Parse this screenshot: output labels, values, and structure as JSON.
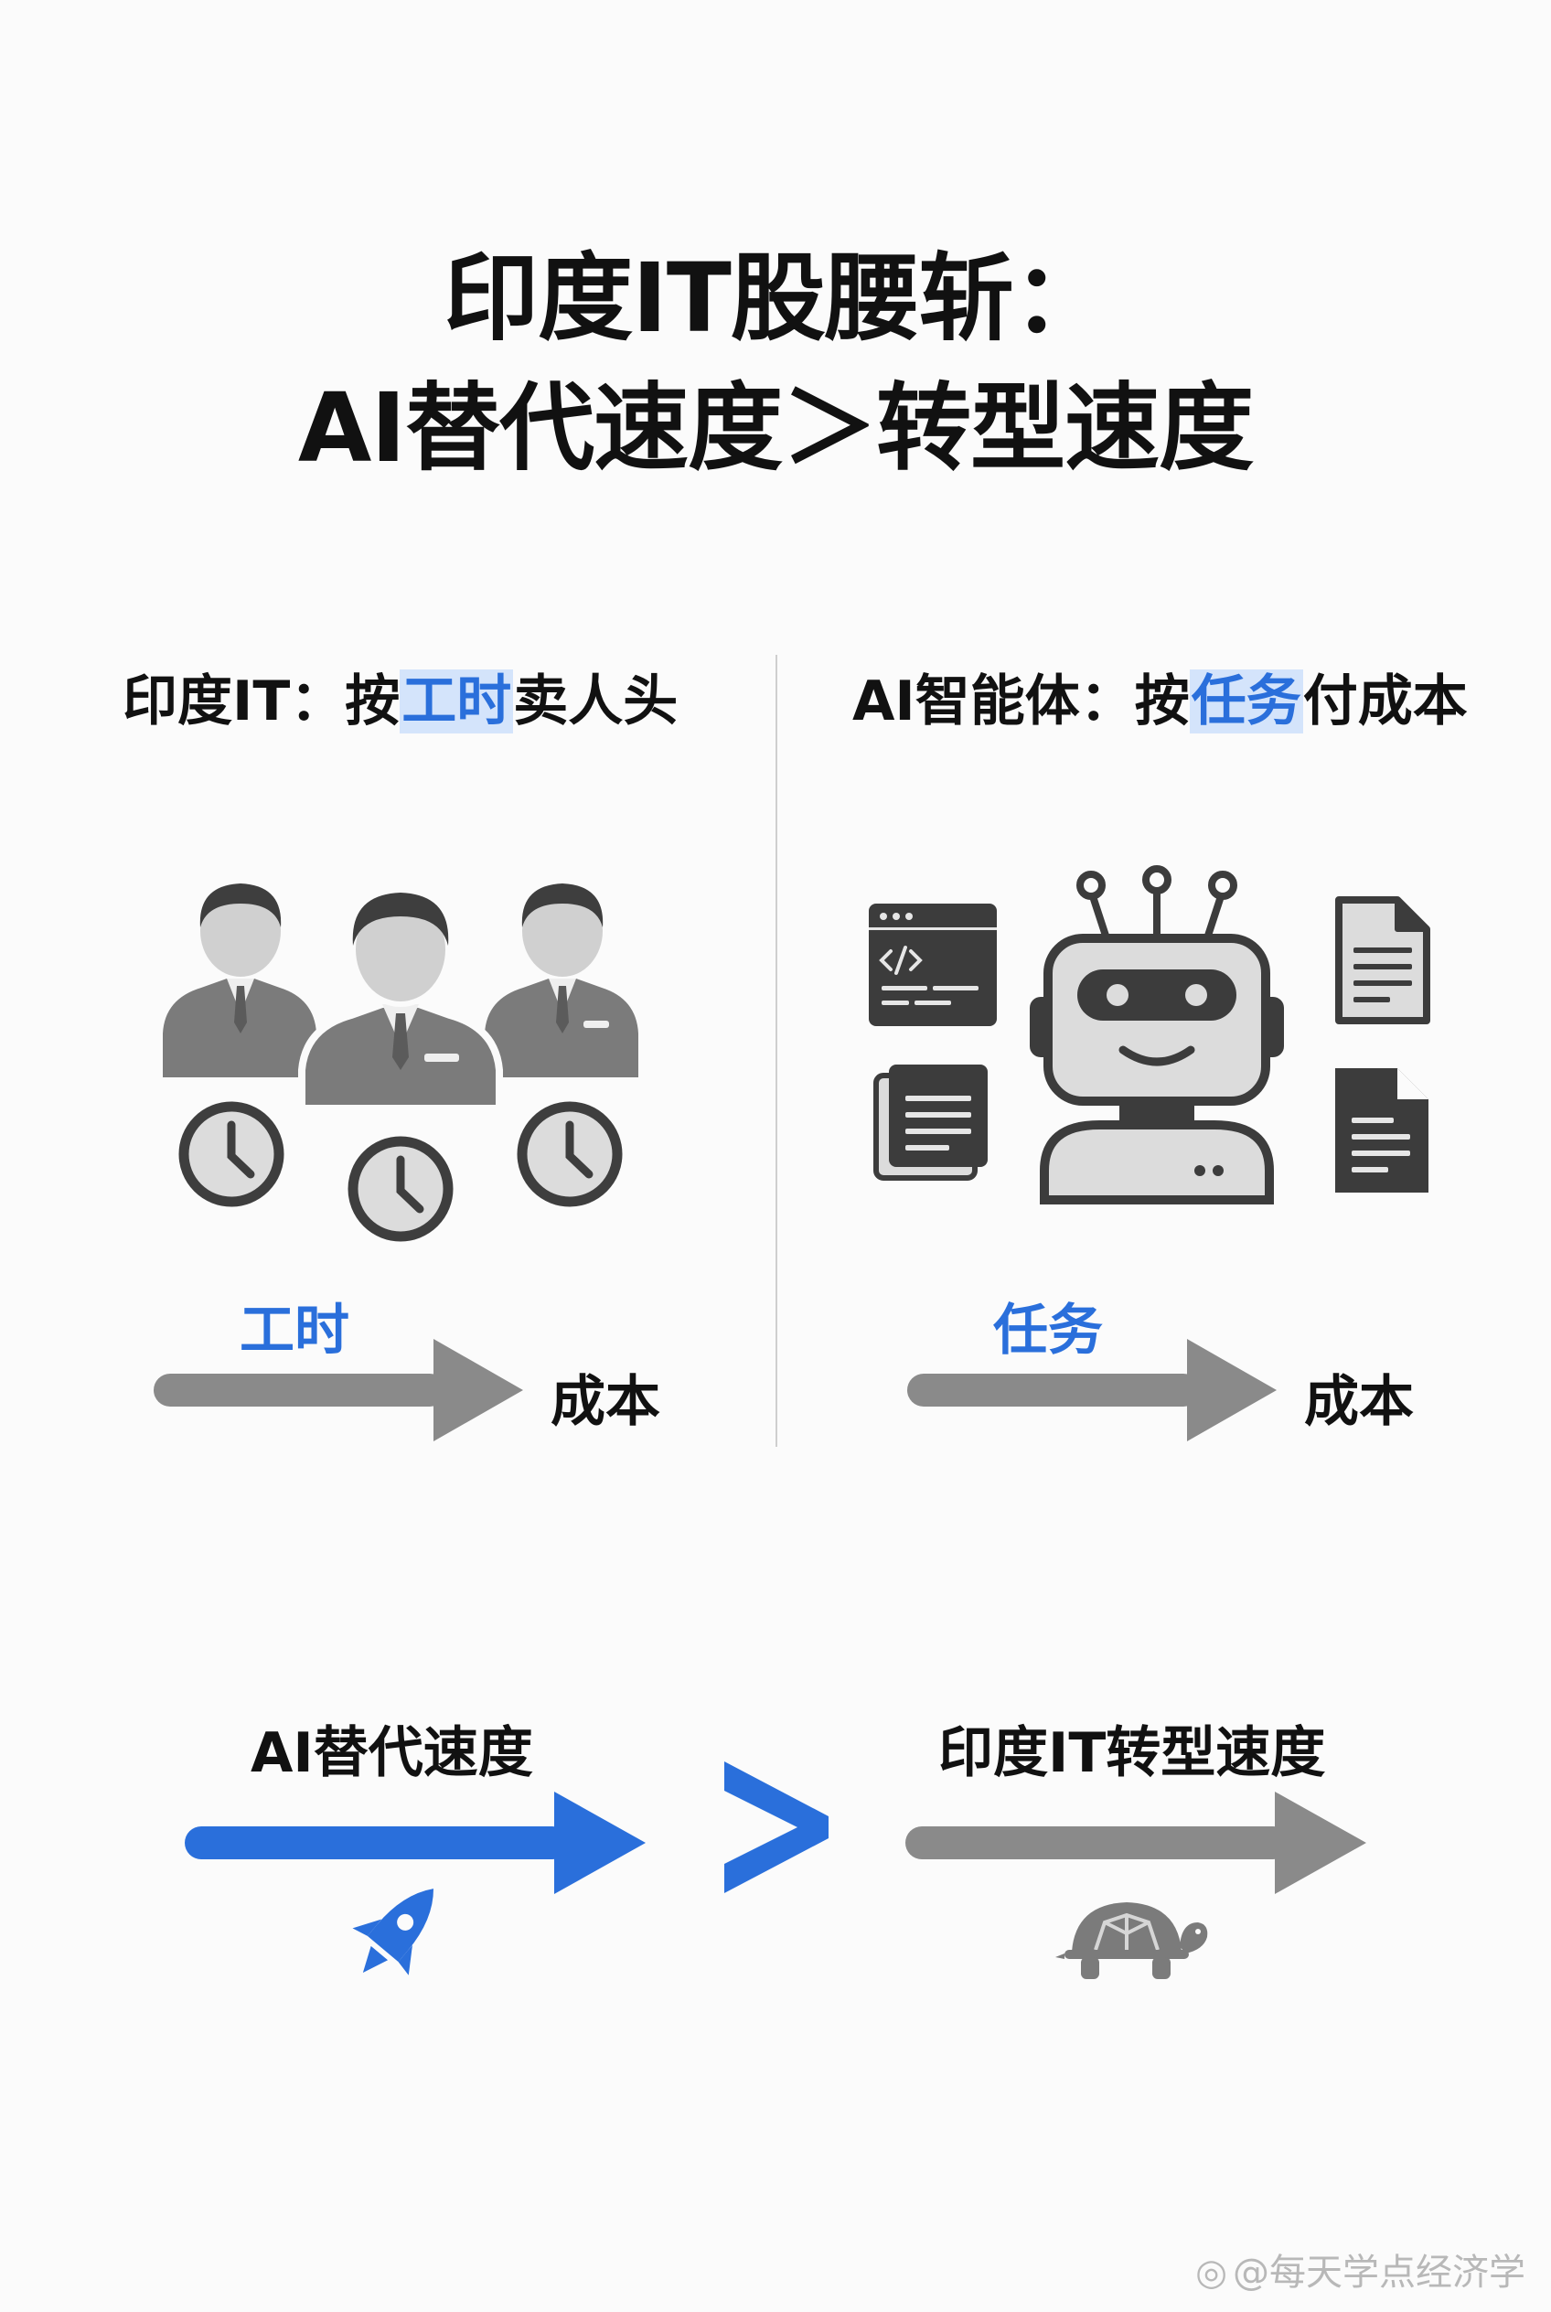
{
  "title": {
    "line1": "印度IT股腰斩：",
    "line2": "AI替代速度＞转型速度"
  },
  "left_panel": {
    "heading_pre": "印度IT：按",
    "heading_hl": "工时",
    "heading_post": "卖人头",
    "flow_input": "工时",
    "flow_output": "成本",
    "icons": [
      "businessman-icon",
      "clock-icon"
    ]
  },
  "right_panel": {
    "heading_pre": "AI智能体：按",
    "heading_hl": "任务",
    "heading_post": "付成本",
    "flow_input": "任务",
    "flow_output": "成本",
    "icons": [
      "robot-icon",
      "code-window-icon",
      "document-icon"
    ]
  },
  "comparison": {
    "left_label": "AI替代速度",
    "operator": ">",
    "right_label": "印度IT转型速度",
    "left_icon": "rocket-icon",
    "right_icon": "turtle-icon"
  },
  "watermark": "@每天学点经济学",
  "colors": {
    "accent_blue": "#2a6fdb",
    "highlight_bg": "#d4e4fb",
    "gray_arrow": "#8a8a8a",
    "dark_icon": "#3c3c3c"
  }
}
